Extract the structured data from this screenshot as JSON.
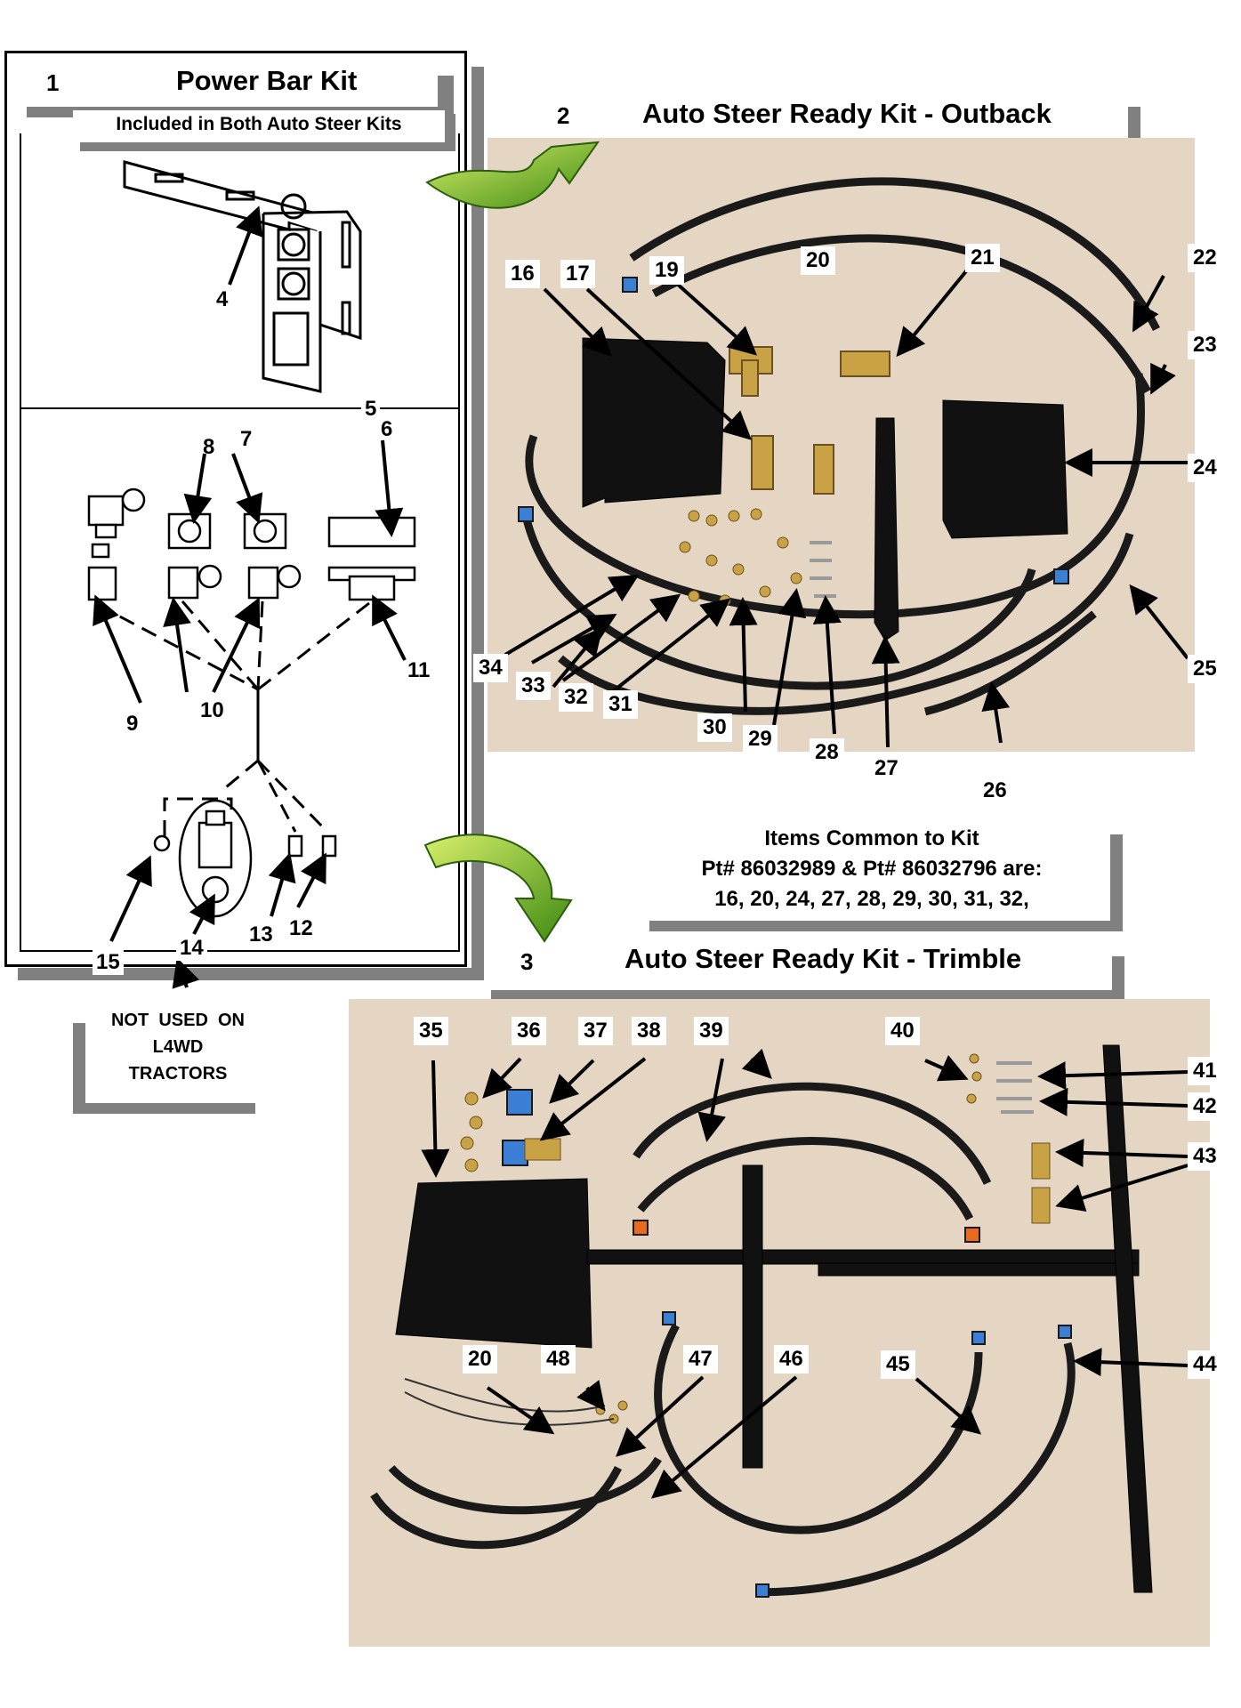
{
  "section1": {
    "number": "1",
    "title": "Power Bar Kit",
    "subtitle": "Included in Both Auto Steer Kits"
  },
  "section2": {
    "number": "2",
    "title": "Auto Steer Ready Kit - Outback"
  },
  "section3": {
    "number": "3",
    "title": "Auto Steer Ready Kit - Trimble"
  },
  "common_note": {
    "line1": "Items Common to Kit",
    "line2": "Pt# 86032989 & Pt# 86032796 are:",
    "line3": "16, 20, 24, 27, 28, 29, 30, 31, 32,"
  },
  "not_used_note": {
    "line1": "NOT  USED  ON",
    "line2": "L4WD",
    "line3": "TRACTORS"
  },
  "callouts_power_bar": [
    "4",
    "5",
    "6",
    "7",
    "8",
    "9",
    "10",
    "11",
    "12",
    "13",
    "14",
    "15"
  ],
  "callouts_outback": [
    "16",
    "17",
    "19",
    "20",
    "21",
    "22",
    "23",
    "24",
    "25",
    "26",
    "27",
    "28",
    "29",
    "30",
    "31",
    "32",
    "33",
    "34"
  ],
  "callouts_trimble": [
    "35",
    "36",
    "37",
    "38",
    "39",
    "40",
    "41",
    "42",
    "43",
    "44",
    "45",
    "46",
    "47",
    "48",
    "20"
  ]
}
